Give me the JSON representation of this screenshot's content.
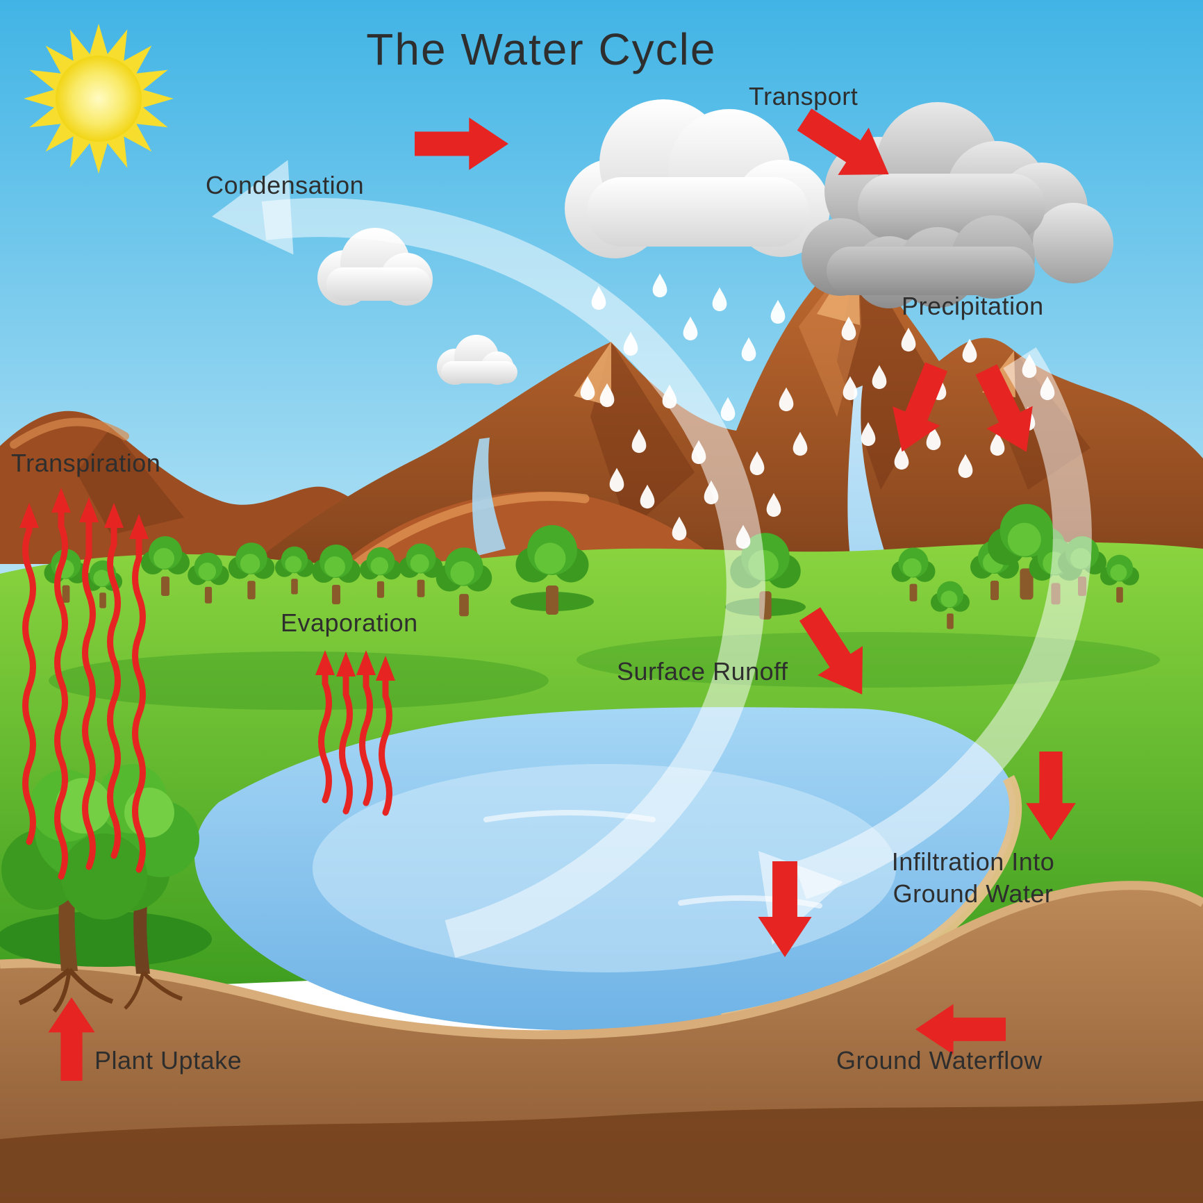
{
  "title": "The Water Cycle",
  "labels": {
    "transport": "Transport",
    "condensation": "Condensation",
    "precipitation": "Precipitation",
    "transpiration": "Transpiration",
    "evaporation": "Evaporation",
    "surface_runoff": "Surface Runoff",
    "infiltration": "Infiltration Into\nGround Water",
    "plant_uptake": "Plant Uptake",
    "ground_waterflow": "Ground Waterflow"
  },
  "colors": {
    "sky_top": "#41b4e5",
    "sky_bottom": "#d6f0fa",
    "sun_yellow": "#f6dd2e",
    "arrow_red": "#e62421",
    "mountain_brown": "#a9521f",
    "field_green": "#58b42c",
    "lake_blue": "#8cc6ee",
    "soil_brown": "#a06b40",
    "cloud_white": "#ffffff",
    "cloud_gray": "#a9a9a9",
    "cycle_arrow_white": "rgba(255,255,255,0.55)",
    "text": "#2e2e2e"
  }
}
